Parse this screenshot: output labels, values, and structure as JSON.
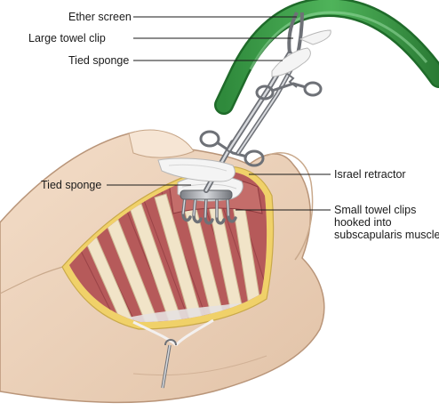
{
  "figure": {
    "labels": {
      "ether_screen": "Ether screen",
      "large_towel_clip": "Large towel clip",
      "tied_sponge_top": "Tied sponge",
      "tied_sponge_left": "Tied sponge",
      "israel_retractor": "Israel retractor",
      "small_towel_clips_line1": "Small towel clips",
      "small_towel_clips_line2": "hooked into",
      "small_towel_clips_line3": "subscapularis muscle"
    }
  }
}
